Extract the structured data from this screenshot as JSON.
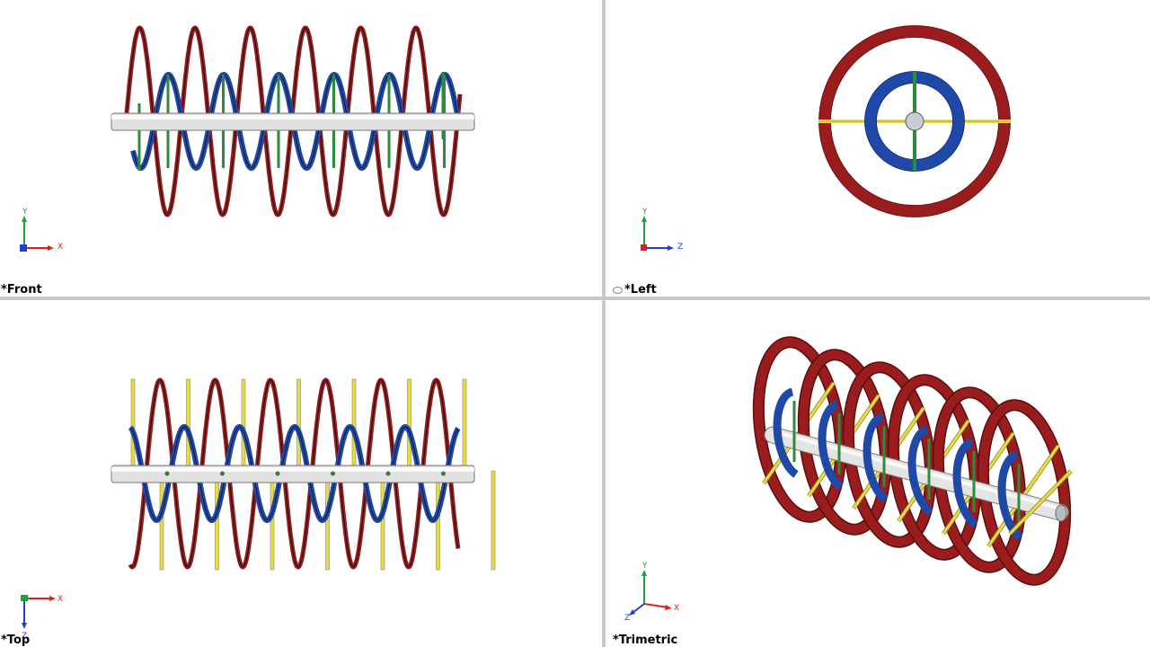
{
  "views": {
    "front": {
      "label": "*Front",
      "axes": {
        "up": "Y",
        "right": "X"
      }
    },
    "left": {
      "label": "*Left",
      "axes": {
        "up": "Y",
        "right": "Z"
      }
    },
    "top": {
      "label": "*Top",
      "axes": {
        "right": "X",
        "down": "Z"
      }
    },
    "trimetric": {
      "label": "*Trimetric",
      "axes": {
        "up": "Y",
        "right": "X",
        "front": "Z"
      }
    }
  },
  "colors": {
    "outer_helix": "#9b1c1c",
    "inner_helix": "#1f49a8",
    "spoke_vertical": "#2e8b3e",
    "spoke_horizontal": "#e8dc40",
    "shaft": "#dcdcdc",
    "axis_x": "#e02020",
    "axis_y": "#20a040",
    "axis_z": "#2040d0"
  }
}
